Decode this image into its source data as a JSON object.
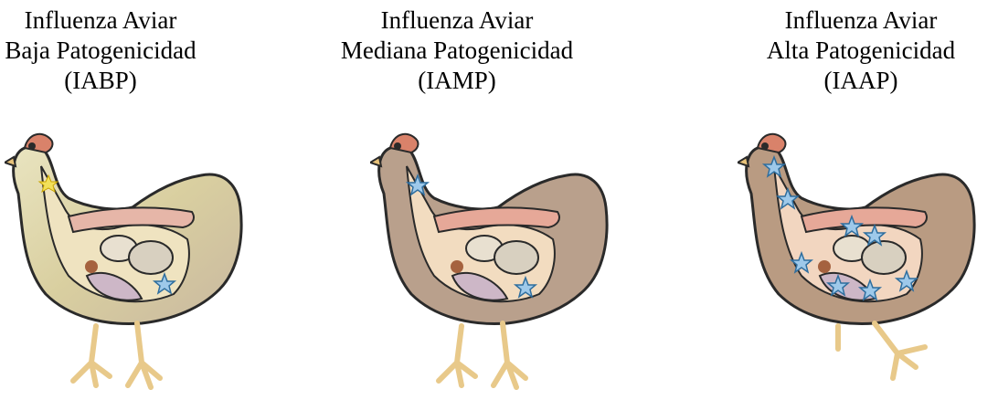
{
  "panels": [
    {
      "line1": "Influenza Aviar",
      "line2": "Baja Patogenicidad",
      "abbr": "(IABP)",
      "infection_sites": 2
    },
    {
      "line1": "Influenza Aviar",
      "line2": "Mediana Patogenicidad",
      "abbr": "(IAMP)",
      "infection_sites": 2
    },
    {
      "line1": "Influenza Aviar",
      "line2": "Alta Patogenicidad",
      "abbr": "(IAAP)",
      "infection_sites": 8
    }
  ],
  "colors": {
    "body_low": "#d8d4a6",
    "body_mid": "#b9a08c",
    "body_high": "#b99b82",
    "outline": "#2a2a2a",
    "star": "#9ec9ea",
    "star_outline": "#2f6e9e",
    "comb": "#d9826a",
    "leg": "#f0d39a"
  },
  "icons": [
    "hen-anatomy-illustration",
    "virus-star-icon"
  ]
}
